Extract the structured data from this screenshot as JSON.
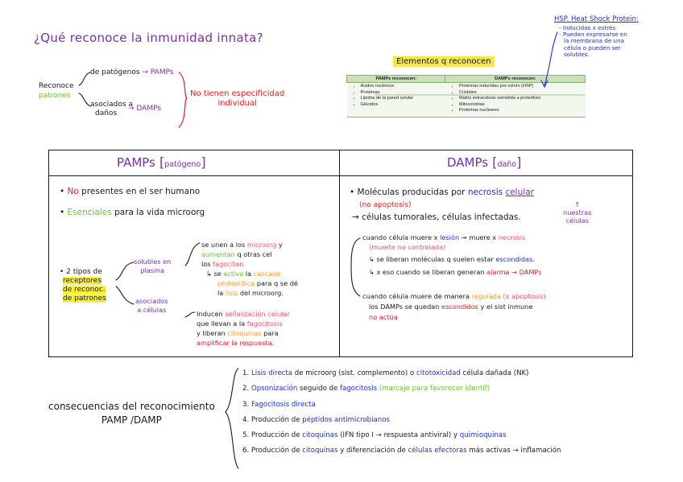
{
  "title": "¿Qué reconoce la inmunidad innata?",
  "recognition": {
    "root_line1": "Reconoce",
    "root_line2": "patrones",
    "branch1": "de patógenos",
    "branch1_target": "PAMPs",
    "branch2_line1": "asociados a",
    "branch2_line2": "daños",
    "branch2_target": "DAMPs",
    "note_line1": "No tienen especificidad",
    "note_line2": "individual"
  },
  "elements_table": {
    "title": "Elementos q reconocen",
    "headers": [
      "PAMPs reconocen:",
      "DAMPs reconocen:"
    ],
    "pamps": [
      "Ácidos nucleicos",
      "Proteínas",
      "Lípidos de la pared celular",
      "Glúcidos"
    ],
    "damps": [
      "Proteínas inducidas por estrés (HSP)",
      "Cristales",
      "Matriz extracelular sometida a proteólisis",
      "Mitocondrias",
      "Proteínas nucleares"
    ]
  },
  "hsp_note": {
    "title": "HSP. Heat Shock Protein:",
    "items": [
      "- Inducidas x estrés",
      "- Pueden expresarse en",
      "la membrana de una",
      "célula o pueden ser",
      "solubles."
    ]
  },
  "pamps_col": {
    "title": "PAMPs",
    "subtitle": "patógeno",
    "line1_a": "•",
    "line1_b": "No",
    "line1_c": "presentes en el ser humano",
    "line2_a": "•",
    "line2_b": "Esenciales",
    "line2_c": "para la vida microorg",
    "types_line1": "• 2 tipos de",
    "types_line2": "receptores",
    "types_line3": "de reconoc.",
    "types_line4": "de patrones",
    "soluble_line1": "solubles en",
    "soluble_line2": "plasma",
    "cell_line1": "asociados",
    "cell_line2": "a células",
    "sol_desc_1a": "se unen a los",
    "sol_desc_1b": "microorg",
    "sol_desc_1c": "y",
    "sol_desc_2a": "aumentan",
    "sol_desc_2b": "q otras cel",
    "sol_desc_3a": "los",
    "sol_desc_3b": "fagocíten.",
    "sol_desc_4a": "↳ se",
    "sol_desc_4b": "activa",
    "sol_desc_4c": "la",
    "sol_desc_4d": "cascada",
    "sol_desc_5a": "proteolítica",
    "sol_desc_5b": "para q se dé",
    "sol_desc_6a": "la",
    "sol_desc_6b": "lisis",
    "sol_desc_6c": "del microorg.",
    "cell_desc_1a": "Inducen",
    "cell_desc_1b": "señalización celular",
    "cell_desc_2a": "que llevan a la",
    "cell_desc_2b": "fagocitosis",
    "cell_desc_3a": "y liberan",
    "cell_desc_3b": "citoquinas",
    "cell_desc_3c": "para",
    "cell_desc_4": "amplificar la respuesta."
  },
  "damps_col": {
    "title": "DAMPs",
    "subtitle": "daño",
    "l1a": "• Moléculas producidas por",
    "l1b": "necrosis",
    "l1c": "celular",
    "l2": "(no apoptosis)",
    "l2_note_a": "↑",
    "l2_note_b": "nuestras",
    "l2_note_c": "células",
    "l3": "→ células tumorales, células infectadas.",
    "l4a": "cuando célula muere x",
    "l4b": "lesión",
    "l4c": "→ muere x",
    "l4d": "necrosis",
    "l5": "(muerte no controlada)",
    "l6a": "↳ se liberan moléculas q suelen estar",
    "l6b": "escondidas.",
    "l7a": "↳ x eso cuando se liberan generan",
    "l7b": "alarma",
    "l7c": "→ DAMPs",
    "l8a": "cuando célula muere de manera",
    "l8b": "regulada",
    "l8c": "(x apoptosis)",
    "l9a": "los DAMPs se quedan",
    "l9b": "escondidos",
    "l9c": "y el sist inmune",
    "l10": "no actúa"
  },
  "consequences": {
    "title_line1": "consecuencias del reconocimiento",
    "title_line2": "PAMP /DAMP",
    "items": [
      {
        "num": "1.",
        "parts": [
          {
            "t": "Lisis",
            "c": "blue"
          },
          {
            "t": " directa",
            "c": "blue"
          },
          {
            "t": " de microorg (sist. complemento) o ",
            "c": "black"
          },
          {
            "t": "citotoxicidad",
            "c": "blue"
          },
          {
            "t": " célula dañada (NK)",
            "c": "black"
          }
        ]
      },
      {
        "num": "2.",
        "parts": [
          {
            "t": "Opsonización",
            "c": "blue"
          },
          {
            "t": " seguido de ",
            "c": "black"
          },
          {
            "t": "fagocitosis",
            "c": "blue"
          },
          {
            "t": " (marcaje para favorecer identif)",
            "c": "green"
          }
        ]
      },
      {
        "num": "3.",
        "parts": [
          {
            "t": "Fagocitosis directa",
            "c": "blue"
          }
        ]
      },
      {
        "num": "4.",
        "parts": [
          {
            "t": "Producción de ",
            "c": "black"
          },
          {
            "t": "péptidos antimicrobianos",
            "c": "blue"
          }
        ]
      },
      {
        "num": "5.",
        "parts": [
          {
            "t": "Producción de ",
            "c": "black"
          },
          {
            "t": "citoquinas",
            "c": "blue"
          },
          {
            "t": " (IFN tipo I → respuesta antiviral) y ",
            "c": "black"
          },
          {
            "t": "quimioquinas",
            "c": "blue"
          }
        ]
      },
      {
        "num": "6.",
        "parts": [
          {
            "t": "Producción de ",
            "c": "black"
          },
          {
            "t": "citoquinas",
            "c": "blue"
          },
          {
            "t": " y diferenciación de ",
            "c": "black"
          },
          {
            "t": "células efectoras",
            "c": "blue"
          },
          {
            "t": " más activas → inflamación",
            "c": "black"
          }
        ]
      }
    ]
  },
  "colors": {
    "purple": "#7a2fa3",
    "red": "#e0202a",
    "green": "#6ec23a",
    "pink": "#ff4d6a",
    "blue": "#1f2fd0",
    "orange": "#ff9a2a",
    "yellow": "#f9ee3a"
  }
}
